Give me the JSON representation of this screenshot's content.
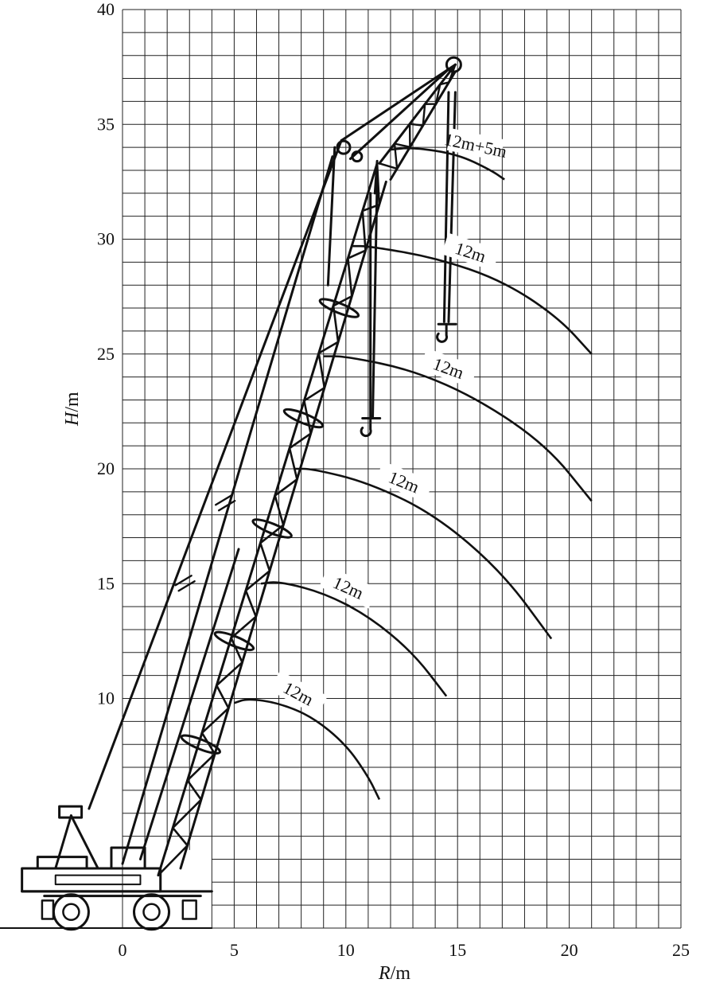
{
  "chart_data": {
    "type": "line",
    "xlabel": {
      "var": "R",
      "unit": "/m"
    },
    "ylabel": {
      "var": "H",
      "unit": "/m"
    },
    "xlim": [
      0,
      25
    ],
    "ylim": [
      0,
      40
    ],
    "x_ticks": [
      "0",
      "5",
      "10",
      "15",
      "20",
      "25"
    ],
    "y_ticks": [
      "10",
      "15",
      "20",
      "25",
      "30",
      "35",
      "40"
    ],
    "grid": true,
    "series": [
      {
        "name": "12m",
        "points": [
          [
            5.0,
            9.8
          ],
          [
            5.6,
            10.0
          ],
          [
            7.0,
            9.8
          ],
          [
            8.5,
            9.2
          ],
          [
            10.0,
            8.0
          ],
          [
            11.0,
            6.6
          ],
          [
            11.5,
            5.6
          ]
        ]
      },
      {
        "name": "12m",
        "points": [
          [
            6.2,
            15.0
          ],
          [
            7.0,
            15.1
          ],
          [
            9.0,
            14.6
          ],
          [
            11.0,
            13.6
          ],
          [
            13.0,
            12.0
          ],
          [
            14.5,
            10.1
          ]
        ]
      },
      {
        "name": "12m",
        "points": [
          [
            7.7,
            20.0
          ],
          [
            8.5,
            20.0
          ],
          [
            11.0,
            19.4
          ],
          [
            14.0,
            18.0
          ],
          [
            17.0,
            15.5
          ],
          [
            19.2,
            12.6
          ]
        ]
      },
      {
        "name": "12m",
        "points": [
          [
            9.0,
            24.9
          ],
          [
            10.0,
            24.9
          ],
          [
            13.0,
            24.3
          ],
          [
            16.0,
            23.0
          ],
          [
            19.0,
            21.0
          ],
          [
            21.0,
            18.6
          ]
        ]
      },
      {
        "name": "12m",
        "points": [
          [
            10.3,
            29.7
          ],
          [
            11.0,
            29.7
          ],
          [
            14.0,
            29.2
          ],
          [
            17.0,
            28.2
          ],
          [
            19.5,
            26.6
          ],
          [
            21.0,
            25.0
          ]
        ]
      },
      {
        "name": "12m+5m",
        "points": [
          [
            12.0,
            33.9
          ],
          [
            13.0,
            34.0
          ],
          [
            15.0,
            33.7
          ],
          [
            16.5,
            33.0
          ],
          [
            17.1,
            32.6
          ]
        ]
      }
    ]
  }
}
